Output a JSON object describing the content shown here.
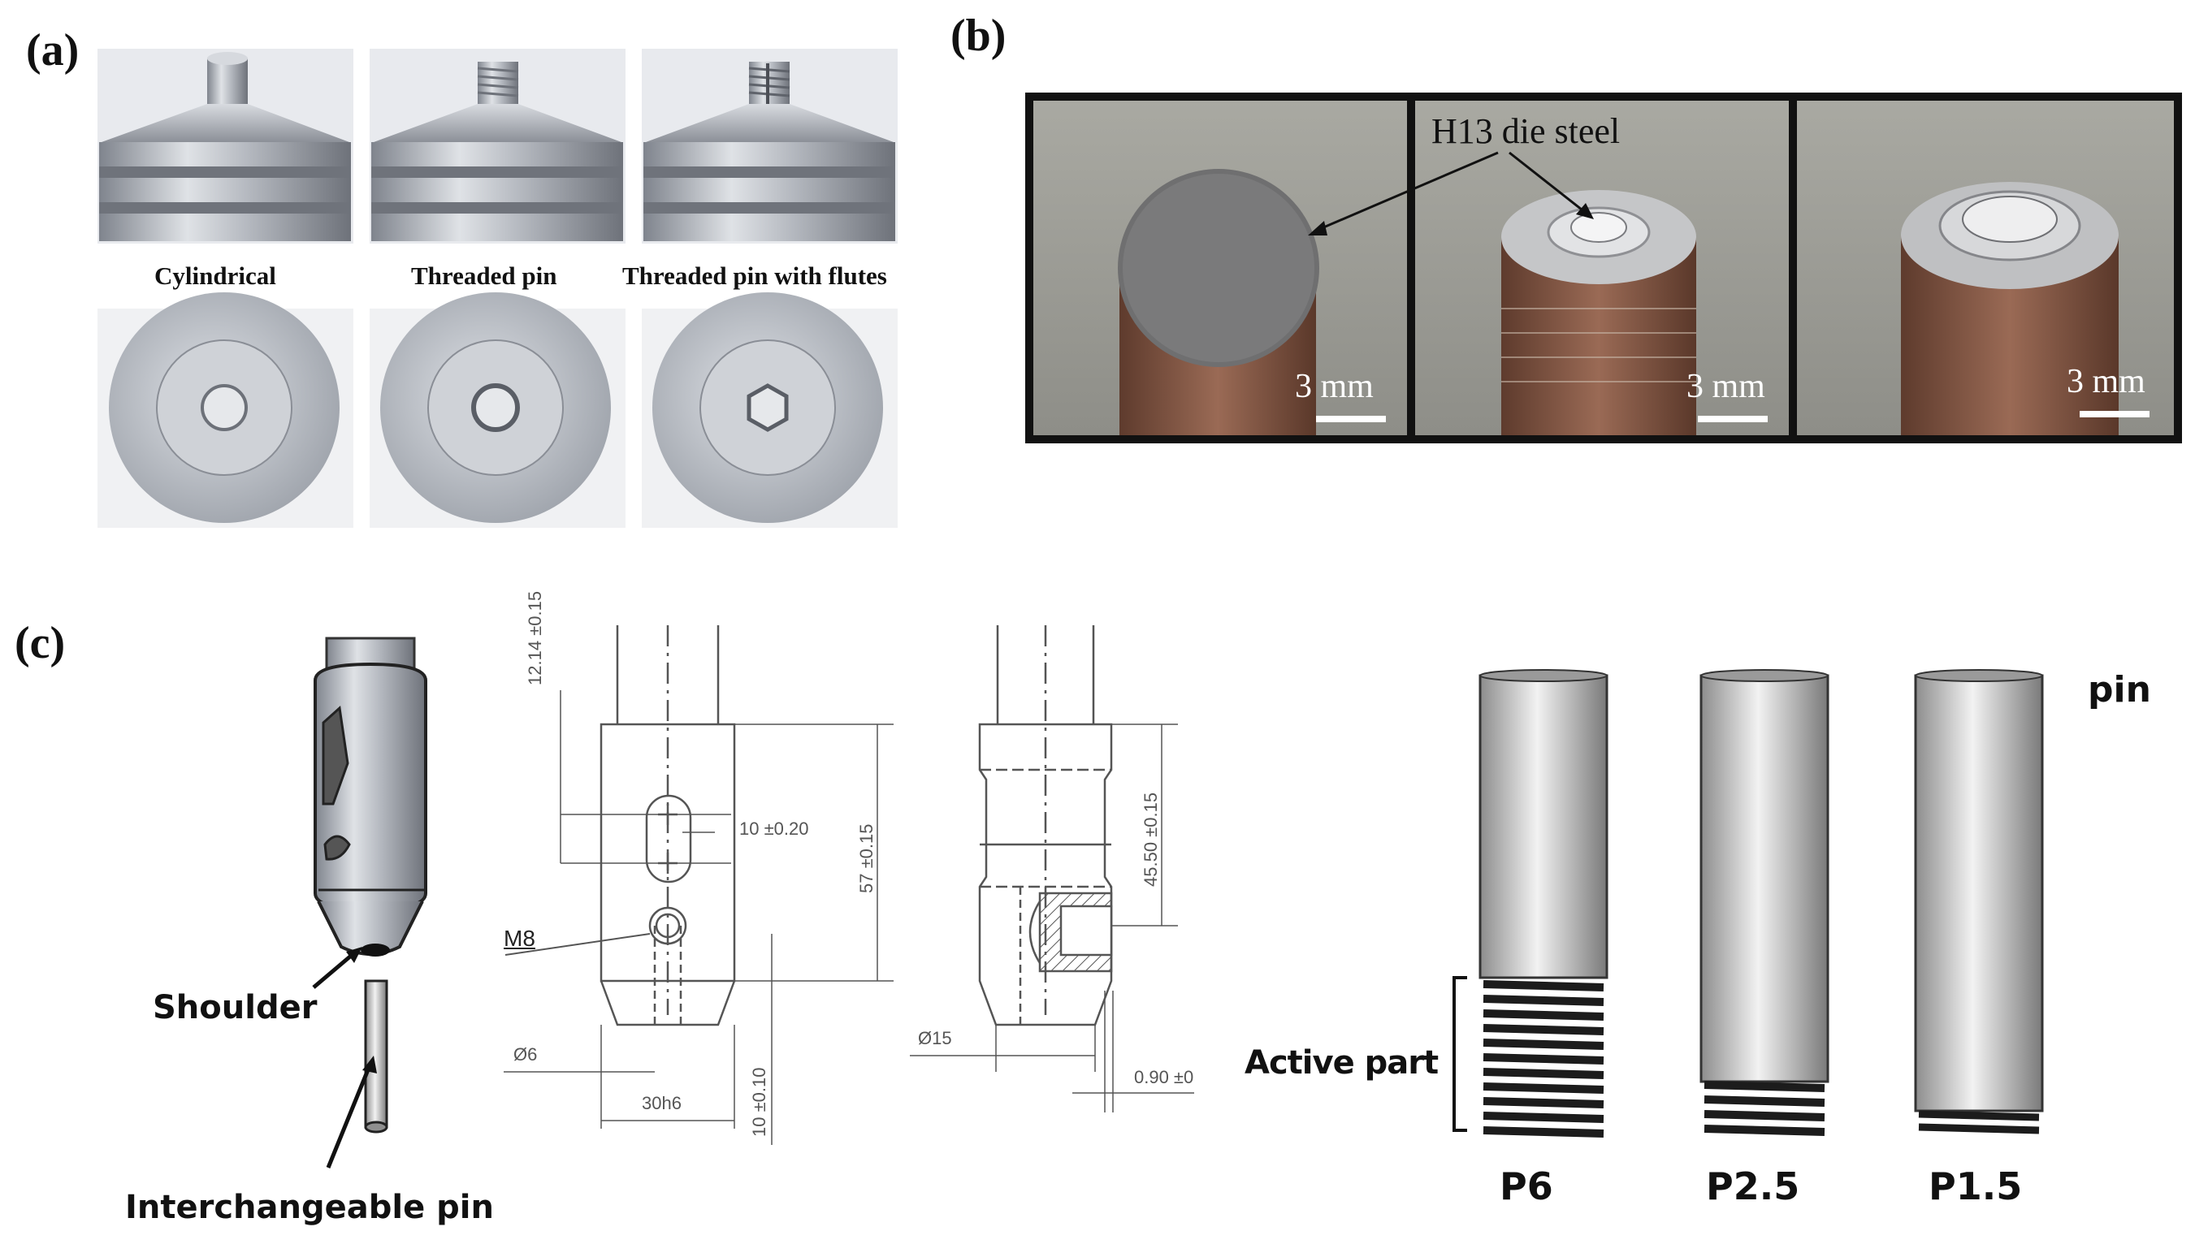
{
  "panels": {
    "a": {
      "label": "(a)",
      "tools": [
        {
          "caption": "Cylindrical"
        },
        {
          "caption": "Threaded pin"
        },
        {
          "caption": "Threaded pin with flutes"
        }
      ]
    },
    "b": {
      "label": "(b)",
      "annotation": "H13 die steel",
      "scale_bars": [
        "3 mm",
        "3 mm",
        "3 mm"
      ]
    },
    "c": {
      "label": "(c)",
      "tool_labels": {
        "shoulder": "Shoulder",
        "pin": "Interchangeable pin"
      },
      "drawing": {
        "dim_slot_offset": "12.14 ±0.15",
        "dim_slot_width": "10 ±0.20",
        "dim_height": "57 ±0.15",
        "thread": "M8",
        "dim_hole": "Ø6",
        "dim_width": "30h6",
        "dim_bottom": "10 ±0.10",
        "dim_side_height": "45.50 ±0.15",
        "dim_dia15": "Ø15",
        "dim_recess": "0.90 ±0"
      },
      "pins": {
        "title": "pin",
        "active_label": "Active part",
        "names": [
          "P6",
          "P2.5",
          "P1.5"
        ]
      }
    }
  },
  "colors": {
    "steel_light": "#c9ccd2",
    "steel_dark": "#7d818a",
    "copper": "#8a5a45",
    "line": "#555555"
  }
}
